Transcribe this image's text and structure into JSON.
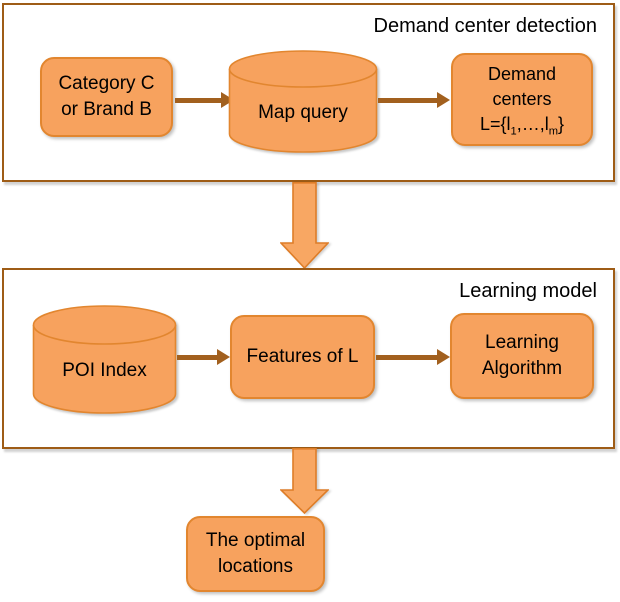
{
  "diagram": {
    "sections": [
      {
        "label": "Demand center detection"
      },
      {
        "label": "Learning model"
      }
    ],
    "nodes": {
      "category": {
        "line1": "Category C",
        "line2": "or Brand B"
      },
      "map_query": {
        "label": "Map query"
      },
      "demand_centers": {
        "line1": "Demand",
        "line2": "centers",
        "formula": {
          "prefix": "L={l",
          "sub1": "1",
          "mid": ",…,l",
          "sub2": "m",
          "suffix": "}"
        }
      },
      "poi_index": {
        "label": "POI Index"
      },
      "features": {
        "label": "Features of L"
      },
      "learning_algorithm": {
        "line1": "Learning",
        "line2": "Algorithm"
      },
      "optimal_locations": {
        "line1": "The optimal",
        "line2": "locations"
      }
    },
    "colors": {
      "node_fill": "#F7A25E",
      "node_border": "#E2862F",
      "container_border": "#9E5C16",
      "arrow": "#A2601E",
      "block_arrow_fill": "#F8A763",
      "block_arrow_border": "#DE7D28",
      "text": "#000000"
    }
  }
}
